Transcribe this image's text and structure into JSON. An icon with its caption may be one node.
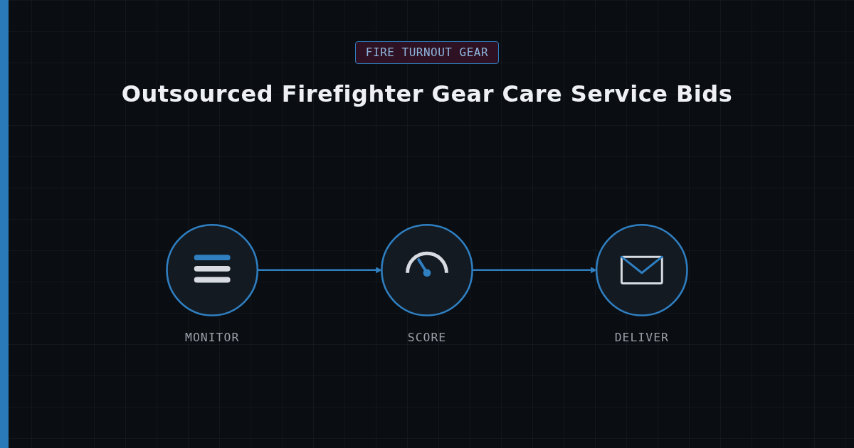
{
  "diagram": {
    "title": "Outsourced Firefighter Gear Care Service Bids",
    "nodes": [
      {
        "text": [],
        "shape": "circle",
        "beside": [
          "MONITOR"
        ]
      },
      {
        "text": [],
        "shape": "circle",
        "beside": [
          "SCORE"
        ]
      },
      {
        "text": [],
        "shape": "circle",
        "beside": [
          "DELIVER"
        ]
      }
    ],
    "edges": [
      {
        "from": 0,
        "to": 1,
        "arrow": "to"
      },
      {
        "from": 1,
        "to": 2,
        "arrow": "to"
      }
    ],
    "labels": [
      "FIRE TURNOUT GEAR"
    ]
  }
}
